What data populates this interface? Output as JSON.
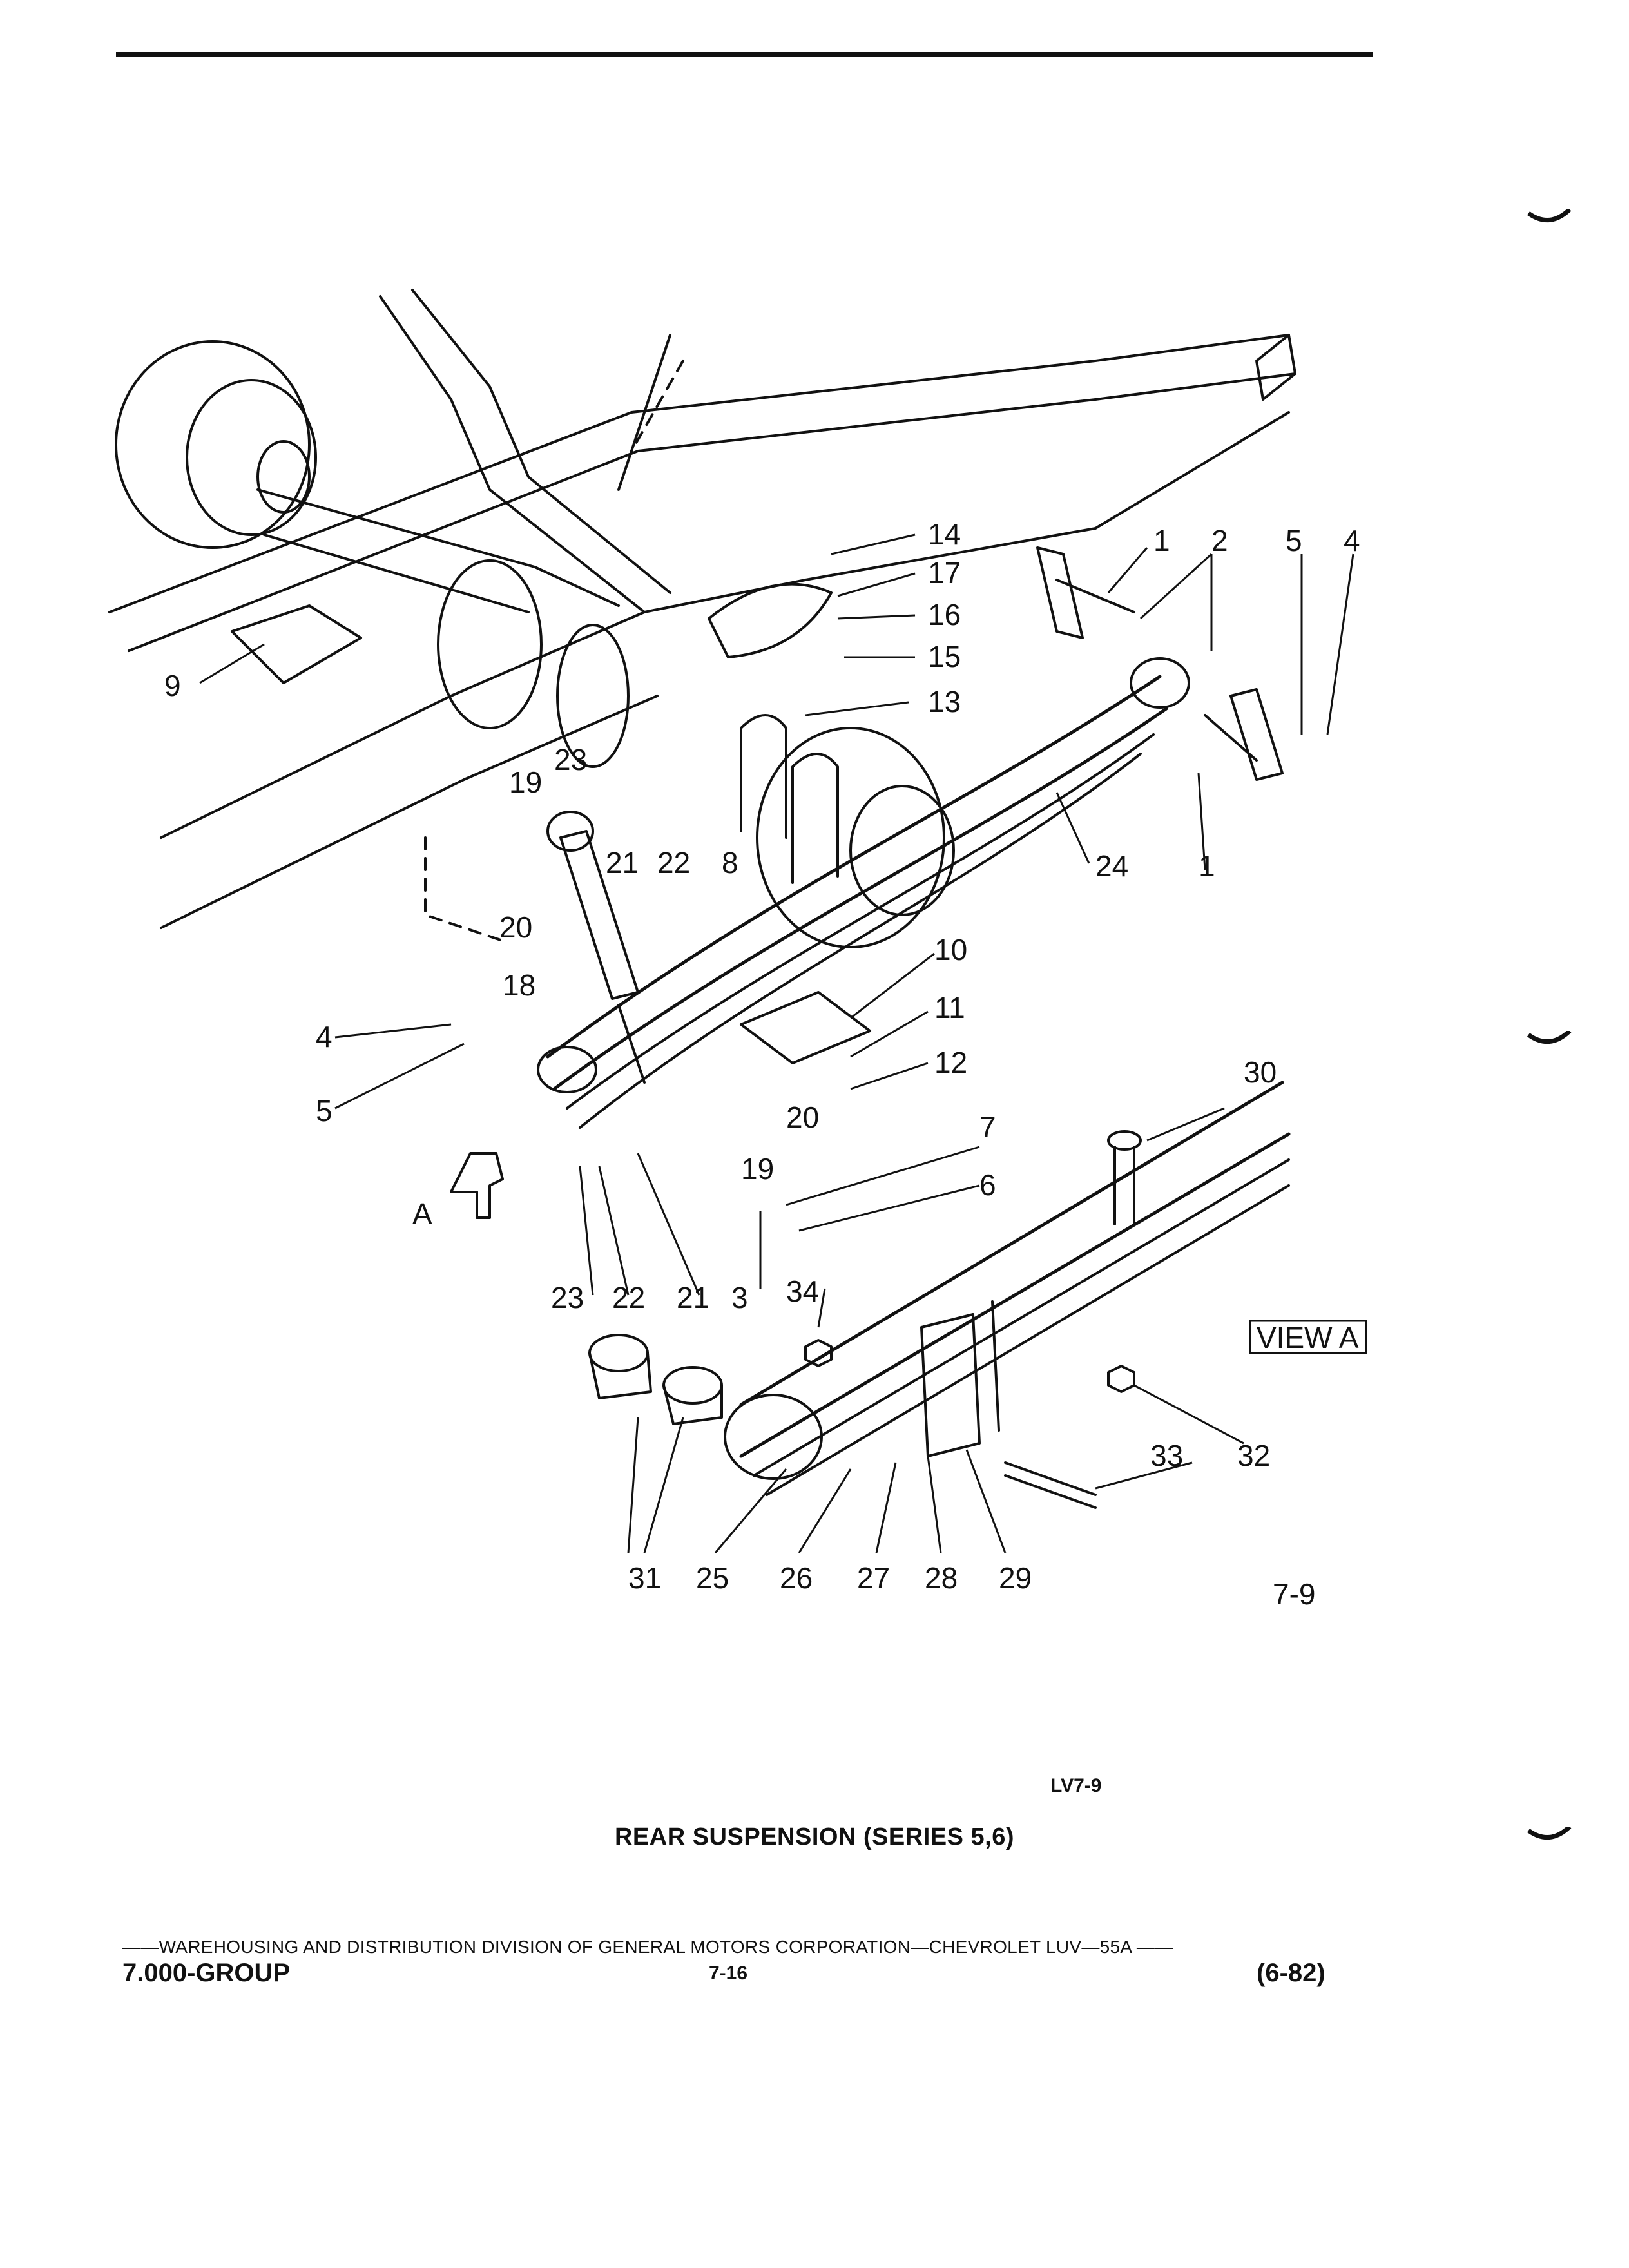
{
  "figure": {
    "callouts": [
      "1",
      "2",
      "3",
      "4",
      "5",
      "6",
      "7",
      "8",
      "9",
      "10",
      "11",
      "12",
      "13",
      "14",
      "15",
      "16",
      "17",
      "18",
      "19",
      "20",
      "21",
      "22",
      "23",
      "24",
      "25",
      "26",
      "27",
      "28",
      "29",
      "30",
      "31",
      "32",
      "33",
      "34"
    ],
    "view_label": "VIEW A",
    "view_arrow_label": "A",
    "figure_ref": "7-9",
    "figure_code": "LV7-9",
    "caption": "REAR SUSPENSION (SERIES 5,6)"
  },
  "footer": {
    "publisher_line": "——WAREHOUSING AND DISTRIBUTION DIVISION OF GENERAL MOTORS CORPORATION—CHEVROLET LUV—55A ——",
    "group": "7.000-GROUP",
    "page": "7-16",
    "date": "(6-82)"
  }
}
